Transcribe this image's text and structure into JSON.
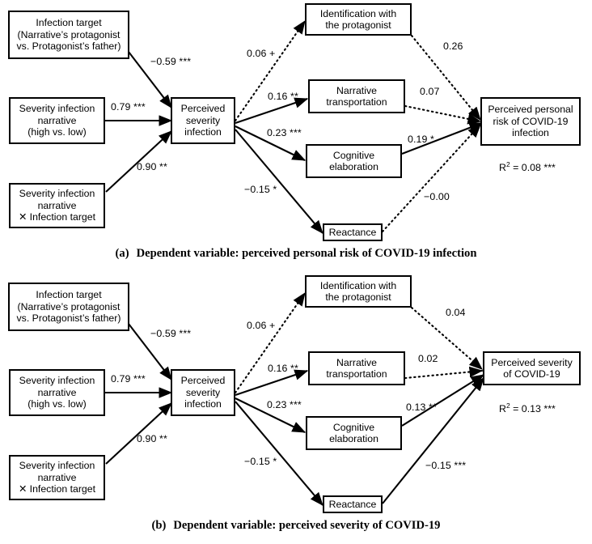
{
  "figure": {
    "title": "Structural path model of narrative effects on COVID-19 risk perception",
    "panels": [
      {
        "id": "a",
        "caption_label": "(a)",
        "caption_text": "Dependent variable: perceived personal risk of COVID-19 infection",
        "nodes": {
          "infection_target": "Infection target\n(Narrative’s protagonist\nvs. Protagonist’s father)",
          "severity_narrative": "Severity infection\nnarrative\n(high vs. low)",
          "interaction": "Severity infection\nnarrative\n✕ Infection target",
          "perceived_severity_infection": "Perceived\nseverity\ninfection",
          "identification": "Identification with\nthe protagonist",
          "narrative_transportation": "Narrative\ntransportation",
          "cognitive_elaboration": "Cognitive\nelaboration",
          "reactance": "Reactance",
          "outcome": "Perceived personal\nrisk of COVID-19\ninfection"
        },
        "r_squared": {
          "prefix": "R",
          "exponent": "2",
          "value": " = 0.08 ***"
        },
        "edges": [
          {
            "from": "infection_target",
            "to": "perceived_severity_infection",
            "label": "−0.59 ***",
            "style": "solid"
          },
          {
            "from": "severity_narrative",
            "to": "perceived_severity_infection",
            "label": "0.79 ***",
            "style": "solid"
          },
          {
            "from": "interaction",
            "to": "perceived_severity_infection",
            "label": "0.90 **",
            "style": "solid"
          },
          {
            "from": "perceived_severity_infection",
            "to": "identification",
            "label": "0.06 +",
            "style": "dotted"
          },
          {
            "from": "perceived_severity_infection",
            "to": "narrative_transportation",
            "label": "0.16 **",
            "style": "solid"
          },
          {
            "from": "perceived_severity_infection",
            "to": "cognitive_elaboration",
            "label": "0.23 ***",
            "style": "solid"
          },
          {
            "from": "perceived_severity_infection",
            "to": "reactance",
            "label": "−0.15 *",
            "style": "solid"
          },
          {
            "from": "identification",
            "to": "outcome",
            "label": "0.26",
            "style": "dotted"
          },
          {
            "from": "narrative_transportation",
            "to": "outcome",
            "label": "0.07",
            "style": "dotted"
          },
          {
            "from": "cognitive_elaboration",
            "to": "outcome",
            "label": "0.19 *",
            "style": "solid"
          },
          {
            "from": "reactance",
            "to": "outcome",
            "label": "−0.00",
            "style": "dotted"
          }
        ]
      },
      {
        "id": "b",
        "caption_label": "(b)",
        "caption_text": "Dependent variable: perceived severity of COVID-19",
        "nodes": {
          "infection_target": "Infection target\n(Narrative’s protagonist\nvs. Protagonist’s father)",
          "severity_narrative": "Severity infection\nnarrative\n(high vs. low)",
          "interaction": "Severity infection\nnarrative\n✕ Infection target",
          "perceived_severity_infection": "Perceived\nseverity\ninfection",
          "identification": "Identification with\nthe protagonist",
          "narrative_transportation": "Narrative\ntransportation",
          "cognitive_elaboration": "Cognitive\nelaboration",
          "reactance": "Reactance",
          "outcome": "Perceived severity\nof COVID-19"
        },
        "r_squared": {
          "prefix": "R",
          "exponent": "2",
          "value": " = 0.13 ***"
        },
        "edges": [
          {
            "from": "infection_target",
            "to": "perceived_severity_infection",
            "label": "−0.59 ***",
            "style": "solid"
          },
          {
            "from": "severity_narrative",
            "to": "perceived_severity_infection",
            "label": "0.79 ***",
            "style": "solid"
          },
          {
            "from": "interaction",
            "to": "perceived_severity_infection",
            "label": "0.90 **",
            "style": "solid"
          },
          {
            "from": "perceived_severity_infection",
            "to": "identification",
            "label": "0.06 +",
            "style": "dotted"
          },
          {
            "from": "perceived_severity_infection",
            "to": "narrative_transportation",
            "label": "0.16 **",
            "style": "solid"
          },
          {
            "from": "perceived_severity_infection",
            "to": "cognitive_elaboration",
            "label": "0.23 ***",
            "style": "solid"
          },
          {
            "from": "perceived_severity_infection",
            "to": "reactance",
            "label": "−0.15 *",
            "style": "solid"
          },
          {
            "from": "identification",
            "to": "outcome",
            "label": "0.04",
            "style": "dotted"
          },
          {
            "from": "narrative_transportation",
            "to": "outcome",
            "label": "0.02",
            "style": "dotted"
          },
          {
            "from": "cognitive_elaboration",
            "to": "outcome",
            "label": "0.13 **",
            "style": "solid"
          },
          {
            "from": "reactance",
            "to": "outcome",
            "label": "−0.15 ***",
            "style": "solid"
          }
        ]
      }
    ],
    "colors": {
      "stroke": "#000000",
      "background": "#ffffff"
    }
  }
}
